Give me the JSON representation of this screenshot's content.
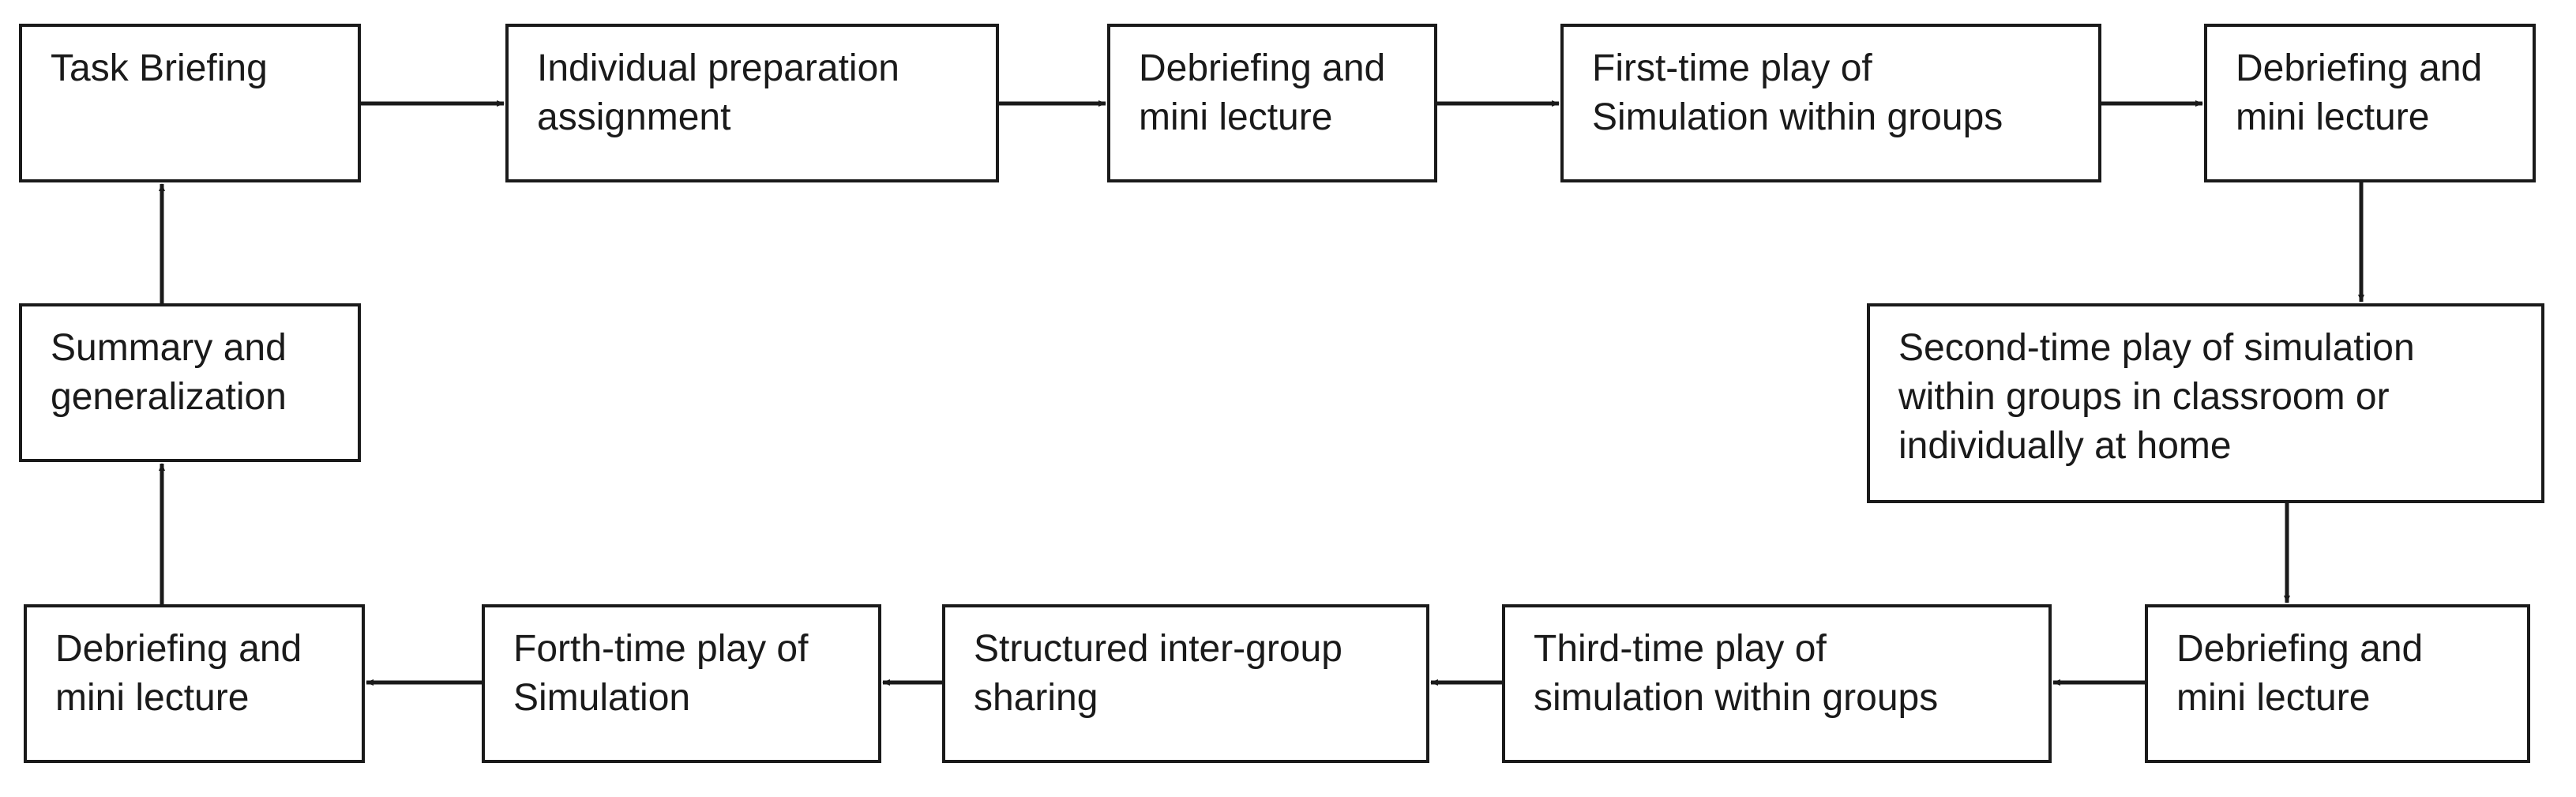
{
  "diagram": {
    "nodes": [
      {
        "id": "task-briefing",
        "lines": [
          "Task Briefing"
        ]
      },
      {
        "id": "individual-preparation",
        "lines": [
          "Individual preparation",
          "assignment"
        ]
      },
      {
        "id": "debriefing-1",
        "lines": [
          "Debriefing and",
          "mini lecture"
        ]
      },
      {
        "id": "first-play",
        "lines": [
          "First-time play of",
          "Simulation within groups"
        ]
      },
      {
        "id": "debriefing-2",
        "lines": [
          "Debriefing and",
          "mini lecture"
        ]
      },
      {
        "id": "second-play",
        "lines": [
          "Second-time play of simulation",
          "within groups in classroom or",
          "individually at home"
        ]
      },
      {
        "id": "debriefing-3",
        "lines": [
          "Debriefing and",
          "mini lecture"
        ]
      },
      {
        "id": "third-play",
        "lines": [
          "Third-time play of",
          "simulation within groups"
        ]
      },
      {
        "id": "structured-sharing",
        "lines": [
          "Structured inter-group",
          "sharing"
        ]
      },
      {
        "id": "forth-play",
        "lines": [
          "Forth-time play of",
          "Simulation"
        ]
      },
      {
        "id": "debriefing-4",
        "lines": [
          "Debriefing and",
          "mini lecture"
        ]
      },
      {
        "id": "summary",
        "lines": [
          "Summary and",
          "generalization"
        ]
      }
    ],
    "edges": [
      [
        "task-briefing",
        "individual-preparation"
      ],
      [
        "individual-preparation",
        "debriefing-1"
      ],
      [
        "debriefing-1",
        "first-play"
      ],
      [
        "first-play",
        "debriefing-2"
      ],
      [
        "debriefing-2",
        "second-play"
      ],
      [
        "second-play",
        "debriefing-3"
      ],
      [
        "debriefing-3",
        "third-play"
      ],
      [
        "third-play",
        "structured-sharing"
      ],
      [
        "structured-sharing",
        "forth-play"
      ],
      [
        "forth-play",
        "debriefing-4"
      ],
      [
        "debriefing-4",
        "summary"
      ],
      [
        "summary",
        "task-briefing"
      ]
    ]
  }
}
